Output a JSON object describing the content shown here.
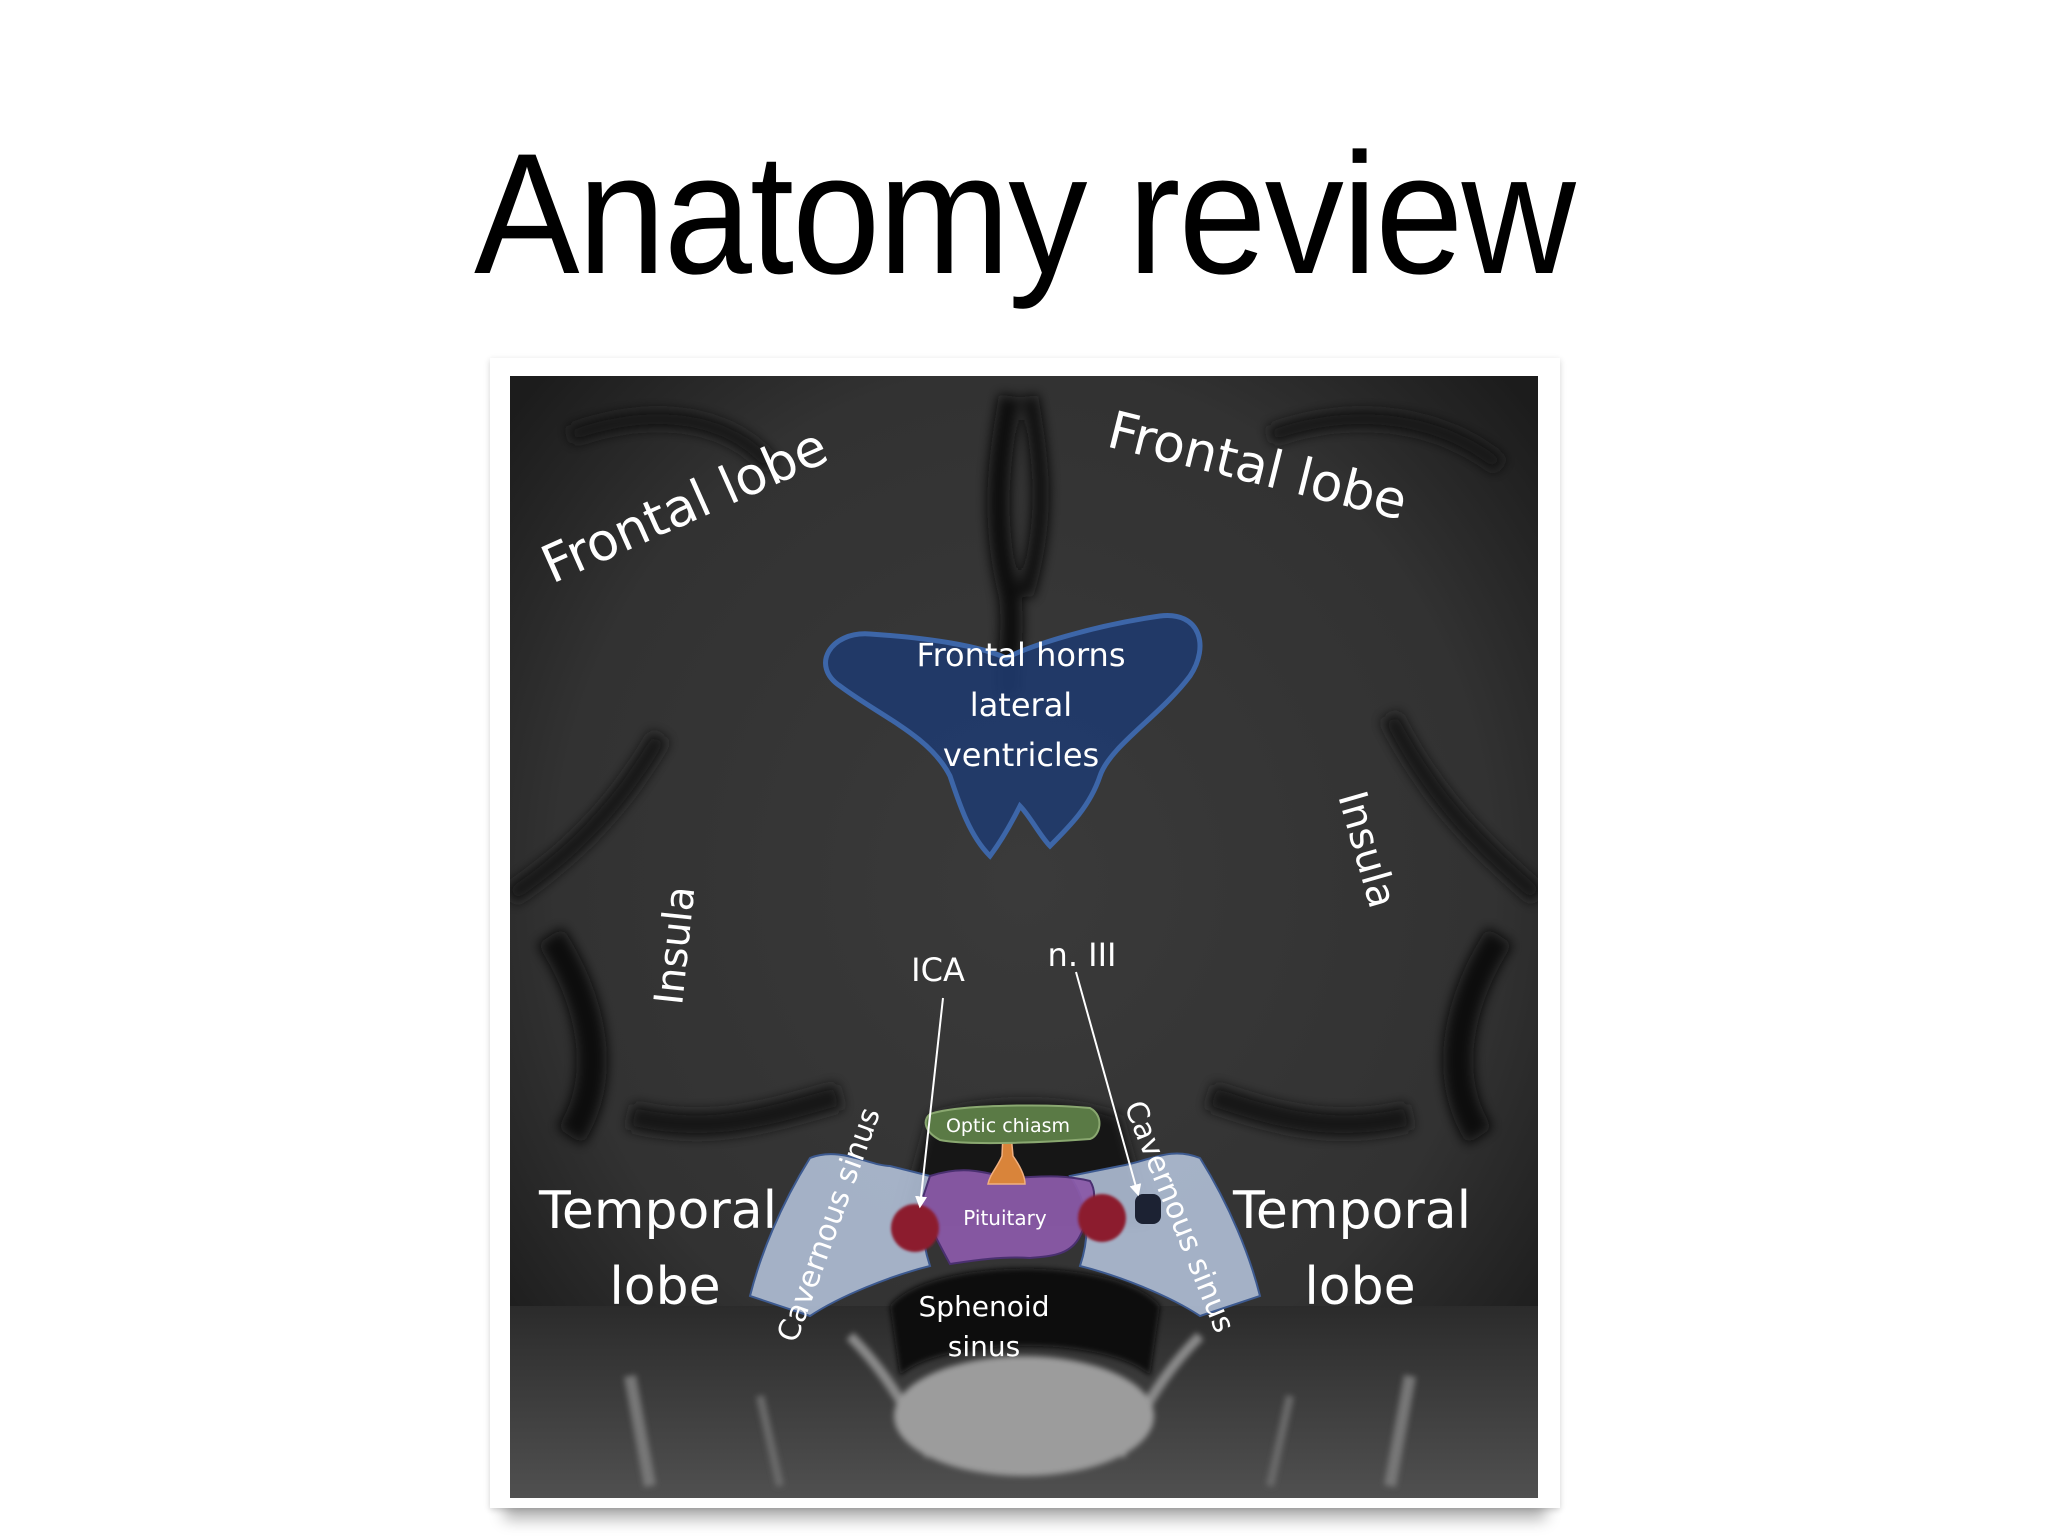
{
  "slide": {
    "title": "Anatomy review"
  },
  "figure": {
    "description": "Coronal MRI brain slice with anatomical overlay labels",
    "labels": {
      "frontal_lobe_left": "Frontal lobe",
      "frontal_lobe_right": "Frontal lobe",
      "frontal_horns_line1": "Frontal horns",
      "frontal_horns_line2": "lateral",
      "frontal_horns_line3": "ventricles",
      "insula_left": "Insula",
      "insula_right": "Insula",
      "ica": "ICA",
      "n_iii": "n. III",
      "optic_chiasm": "Optic chiasm",
      "pituitary": "Pituitary",
      "cavernous_sinus_left": "Cavernous sinus",
      "cavernous_sinus_right": "Cavernous sinus",
      "temporal_lobe_left_line1": "Temporal",
      "temporal_lobe_left_line2": "lobe",
      "temporal_lobe_right_line1": "Temporal",
      "temporal_lobe_right_line2": "lobe",
      "sphenoid_line1": "Sphenoid",
      "sphenoid_line2": "sinus"
    },
    "overlay_colors": {
      "ventricles": "#1f3a6e",
      "ventricles_outline": "#3d66a8",
      "optic_chiasm": "#5a7a45",
      "infundibulum": "#d9843a",
      "pituitary": "#8a5aa8",
      "ica": "#8c1a2e",
      "n_iii": "#1c2233",
      "cavernous_sinus": "#b8c8e0"
    }
  }
}
